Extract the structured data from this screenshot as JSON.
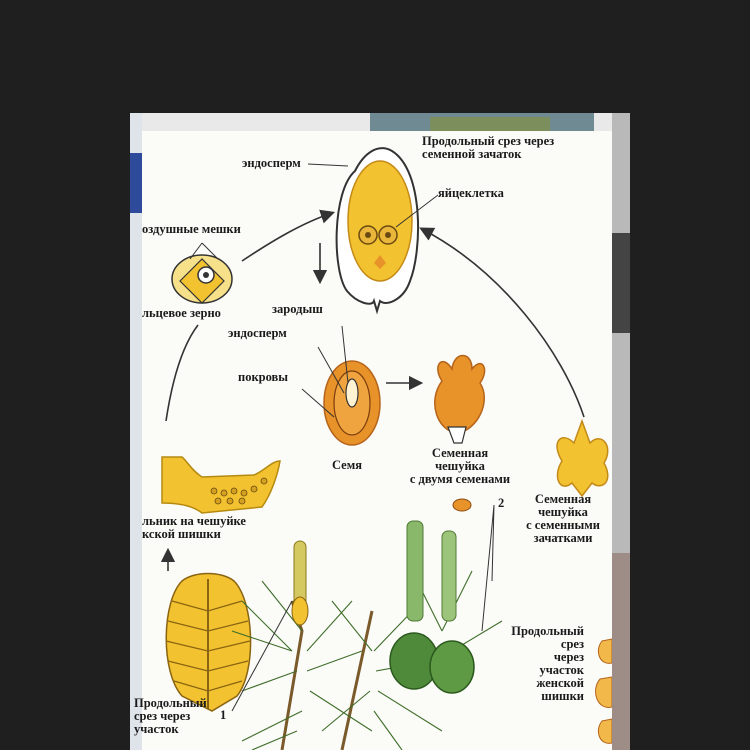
{
  "labels": {
    "long_section_line1": "Продольный срез через",
    "long_section_line2": "семенной зачаток",
    "endosperm_top": "эндосперм",
    "egg_cell": "яйцеклетка",
    "air_sacs": "оздушные мешки",
    "pollen_grain": "льцевое зерно",
    "embryo": "зародыш",
    "endosperm_mid": "эндосперм",
    "coats": "покровы",
    "seed": "Семя",
    "scale_two_seeds_1": "Семенная",
    "scale_two_seeds_2": "чешуйка",
    "scale_two_seeds_3": "с двумя семенами",
    "scale_ovules_1": "Семенная",
    "scale_ovules_2": "чешуйка",
    "scale_ovules_3": "с семенными",
    "scale_ovules_4": "зачатками",
    "pollen_sac_1": "льник на чешуйке",
    "pollen_sac_2": "кской шишки",
    "num_2": "2",
    "num_1": "1",
    "long_cut_female_1": "Продольный",
    "long_cut_female_2": "срез",
    "long_cut_female_3": "через",
    "long_cut_female_4": "участок",
    "long_cut_female_5": "женской",
    "long_cut_female_6": "шишки",
    "long_cut_male_1": "Продольный",
    "long_cut_male_2": "срез через",
    "long_cut_male_3": "участок"
  },
  "colors": {
    "background": "#1f1f1f",
    "paper": "#fbfbf8",
    "yellow": "#f2c230",
    "orange": "#e8922a",
    "green": "#5c8a3c",
    "line": "#333333"
  }
}
